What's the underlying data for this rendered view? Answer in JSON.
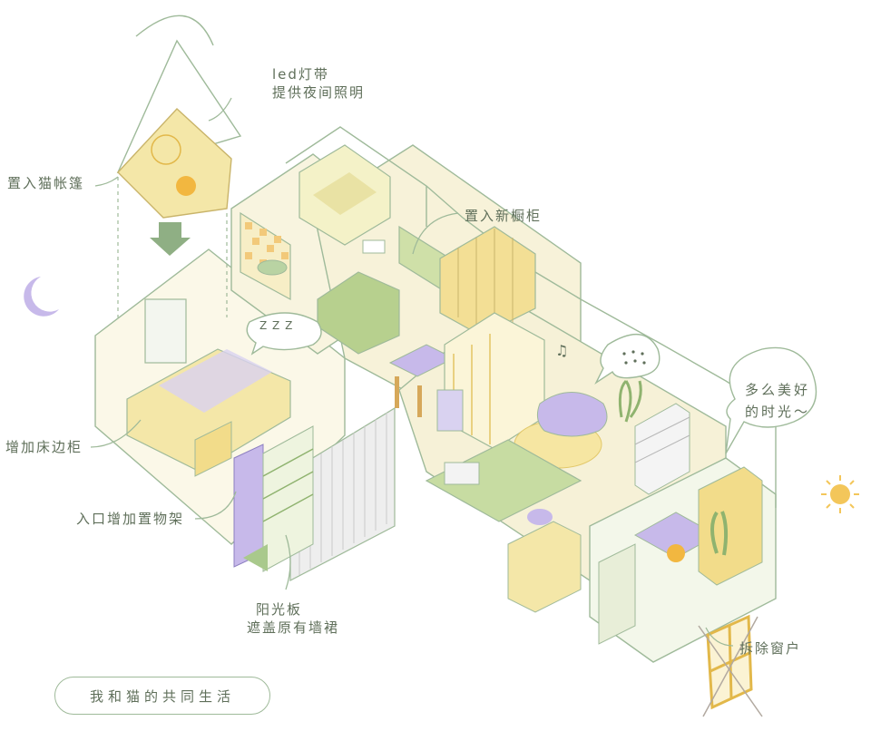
{
  "annotations": {
    "led_line1": "led灯带",
    "led_line2": "提供夜间照明",
    "cat_tent": "置入猫帐篷",
    "new_cabinet": "置入新橱柜",
    "bedside": "增加床边柜",
    "entry_shelf": "入口增加置物架",
    "sun_panel_line1": "阳光板",
    "sun_panel_line2": "遮盖原有墙裙",
    "remove_window": "拆除窗户"
  },
  "speech": {
    "line1": "多么美好",
    "line2": "的时光～"
  },
  "snore": "Z Z Z",
  "title": "我和猫的共同生活",
  "colors": {
    "line": "#9fba9a",
    "text": "#5f6f5a",
    "wall_green": "#a9c98c",
    "floor_cream": "#f6f1d7",
    "yellow": "#f2dc8a",
    "lavender": "#c7b9ea",
    "sun": "#f3c65a"
  }
}
